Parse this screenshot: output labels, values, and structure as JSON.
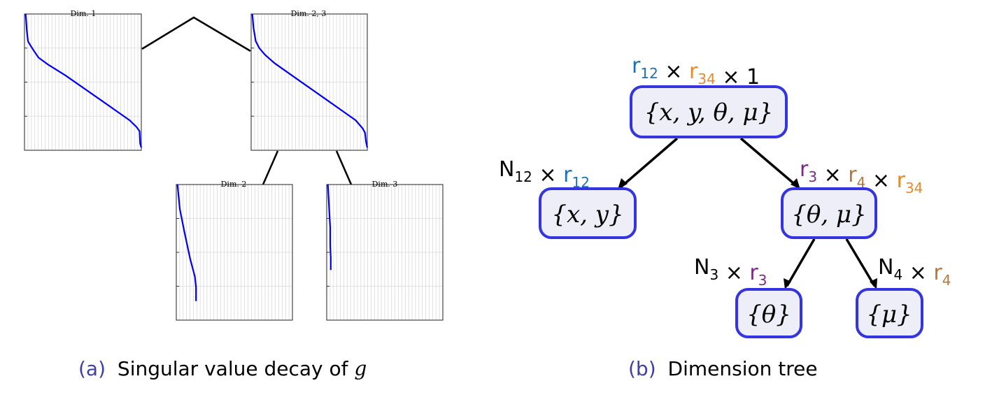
{
  "left_panel": {
    "plots": [
      {
        "title": "Dim. 1"
      },
      {
        "title": "Dim. 2, 3"
      },
      {
        "title": "Dim. 2"
      },
      {
        "title": "Dim. 3"
      }
    ],
    "caption_label": "(a)",
    "caption_text": "Singular value decay of ",
    "caption_var": "g"
  },
  "right_panel": {
    "nodes": {
      "root": "{x, y, θ, μ}",
      "xy": "{x, y}",
      "thetamu": "{θ, μ}",
      "theta": "{θ}",
      "mu": "{μ}"
    },
    "labels": {
      "root": [
        {
          "t": "r",
          "s": "12",
          "c": "blue"
        },
        {
          "t": " × ",
          "s": "",
          "c": "black"
        },
        {
          "t": "r",
          "s": "34",
          "c": "orange"
        },
        {
          "t": " × 1",
          "s": "",
          "c": "black"
        }
      ],
      "xy": [
        {
          "t": "N",
          "s": "12",
          "c": "black"
        },
        {
          "t": " × ",
          "s": "",
          "c": "black"
        },
        {
          "t": "r",
          "s": "12",
          "c": "blue"
        }
      ],
      "thetamu": [
        {
          "t": "r",
          "s": "3",
          "c": "purple"
        },
        {
          "t": " × ",
          "s": "",
          "c": "black"
        },
        {
          "t": "r",
          "s": "4",
          "c": "brown"
        },
        {
          "t": " × ",
          "s": "",
          "c": "black"
        },
        {
          "t": "r",
          "s": "34",
          "c": "orange"
        }
      ],
      "theta": [
        {
          "t": "N",
          "s": "3",
          "c": "black"
        },
        {
          "t": " × ",
          "s": "",
          "c": "black"
        },
        {
          "t": "r",
          "s": "3",
          "c": "purple"
        }
      ],
      "mu": [
        {
          "t": "N",
          "s": "4",
          "c": "black"
        },
        {
          "t": " × ",
          "s": "",
          "c": "black"
        },
        {
          "t": "r",
          "s": "4",
          "c": "brown"
        }
      ]
    },
    "caption_label": "(b)",
    "caption_text": "Dimension tree"
  },
  "colors": {
    "blue": "#1f6fb5",
    "orange": "#e8892a",
    "purple": "#7b2a84",
    "brown": "#b5773a",
    "black": "#000000",
    "curve": "#0000ee",
    "node_border": "#3434e0",
    "node_fill": "#eeeef8",
    "caption_label": "#3f3fa6"
  }
}
